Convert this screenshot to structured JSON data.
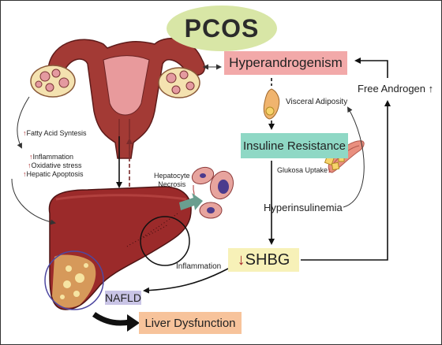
{
  "title": "PCOS",
  "nodes": {
    "hyperandrogenism": "Hyperandrogenism",
    "visceral_adiposity": "Visceral Adiposity",
    "insuline_resistance": "Insuline Resistance",
    "glukosa_uptake": "Glukosa Uptake",
    "hyperinsulinemia": "Hyperinsulinemia",
    "shbg": "SHBG",
    "free_androgen": "Free Androgen",
    "hepatocyte_necrosis": "Hepatocyte\nNecrosis",
    "inflammation": "Inflammation",
    "nafld": "NAFLD",
    "liver_dysfunction": "Liver Dysfunction"
  },
  "effects": {
    "fatty_acid": "Fatty Acid Syntesis",
    "inflammation": "Inflammation",
    "oxidative_stress": "Oxidative stress",
    "hepatic_apoptosis": "Hepatic Apoptosis"
  },
  "glyphs": {
    "up_arrow": "↑",
    "down_arrow": "↓",
    "double_arrow": "⟷"
  },
  "colors": {
    "pcos": "#d8e6a6",
    "hyperandrogenism": "#f2a9a9",
    "insuline_resistance": "#8fd8c5",
    "shbg": "#f7f1b8",
    "nafld": "#c9c4e6",
    "liver_dysfunction": "#f7c39b",
    "increase_arrow": "#a8282a",
    "liver": "#9b2a2a",
    "uterus": "#a33a35"
  }
}
